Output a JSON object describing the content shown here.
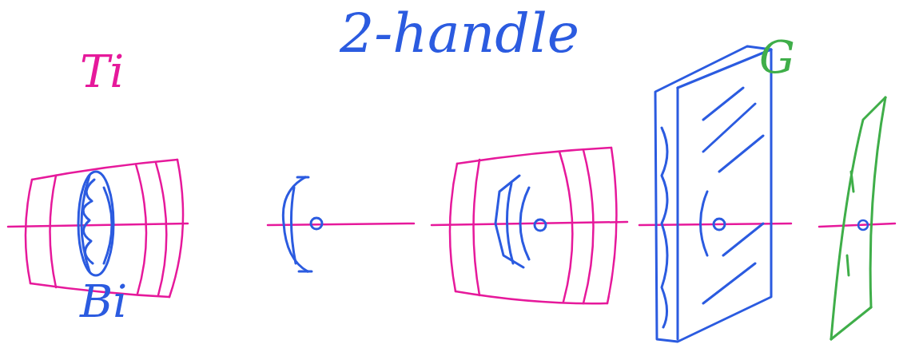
{
  "diagram": {
    "title": "2-handle",
    "labels": [
      "Ti",
      "Bi",
      "G"
    ]
  }
}
